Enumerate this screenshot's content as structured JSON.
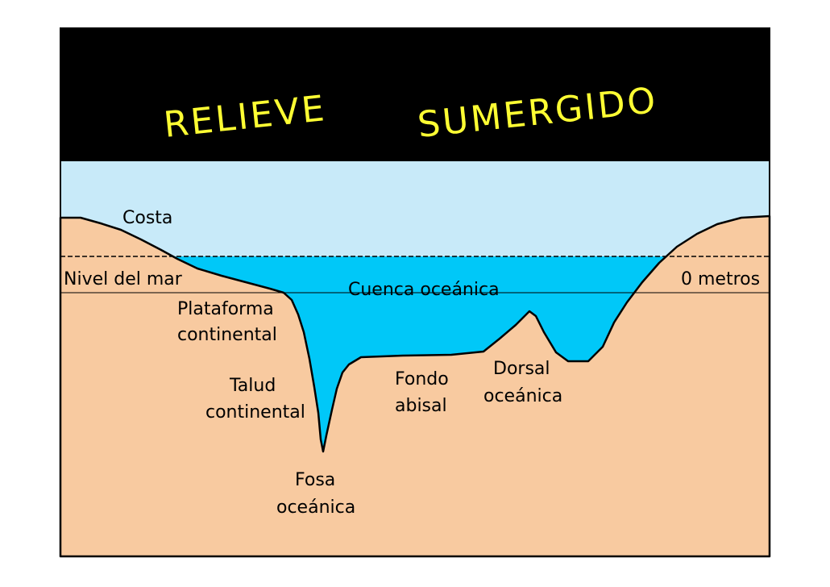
{
  "title": {
    "word1": "RELIEVE",
    "word2": "SUMERGIDO"
  },
  "colors": {
    "banner": "#000000",
    "title": "#FFFF33",
    "sky": "#C8EAF9",
    "ocean": "#00C8F8",
    "land": "#F8CAA0",
    "outline": "#000000"
  },
  "labels": {
    "costa": "Costa",
    "nivel_del_mar": "Nivel del mar",
    "cero_metros": "0 metros",
    "cuenca_oceanica": "Cuenca oceánica",
    "plataforma": [
      "Plataforma",
      "continental"
    ],
    "talud": [
      "Talud",
      "continental"
    ],
    "fondo": [
      "Fondo",
      "abisal"
    ],
    "dorsal": [
      "Dorsal",
      "oceánica"
    ],
    "fosa": [
      "Fosa",
      "oceánica"
    ]
  }
}
